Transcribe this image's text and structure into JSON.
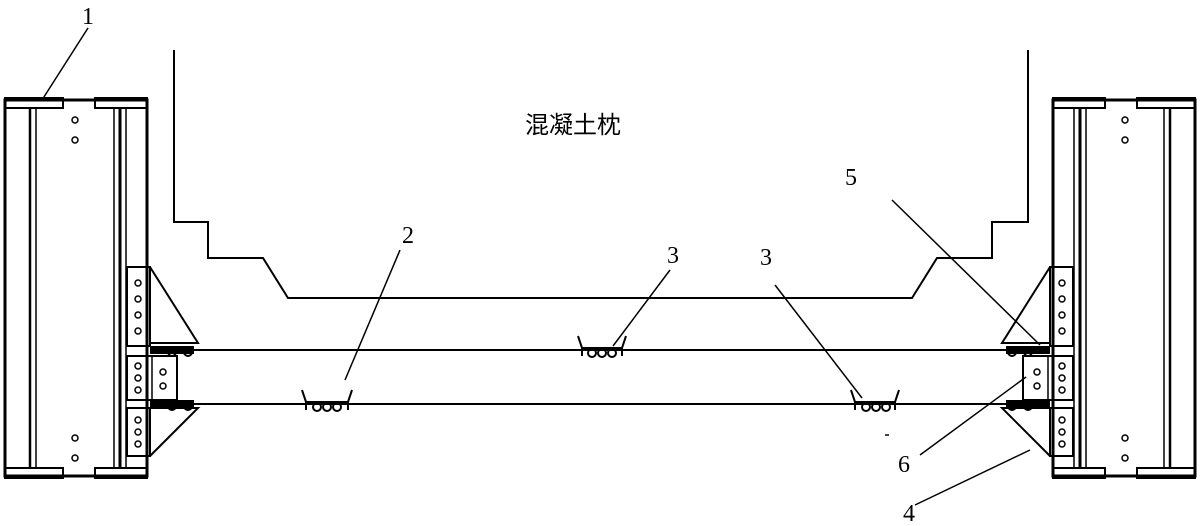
{
  "diagram": {
    "caption": "混凝土枕",
    "labels": {
      "l1": "1",
      "l2": "2",
      "l3a": "3",
      "l3b": "3",
      "l4": "4",
      "l5": "5",
      "l6": "6"
    }
  }
}
